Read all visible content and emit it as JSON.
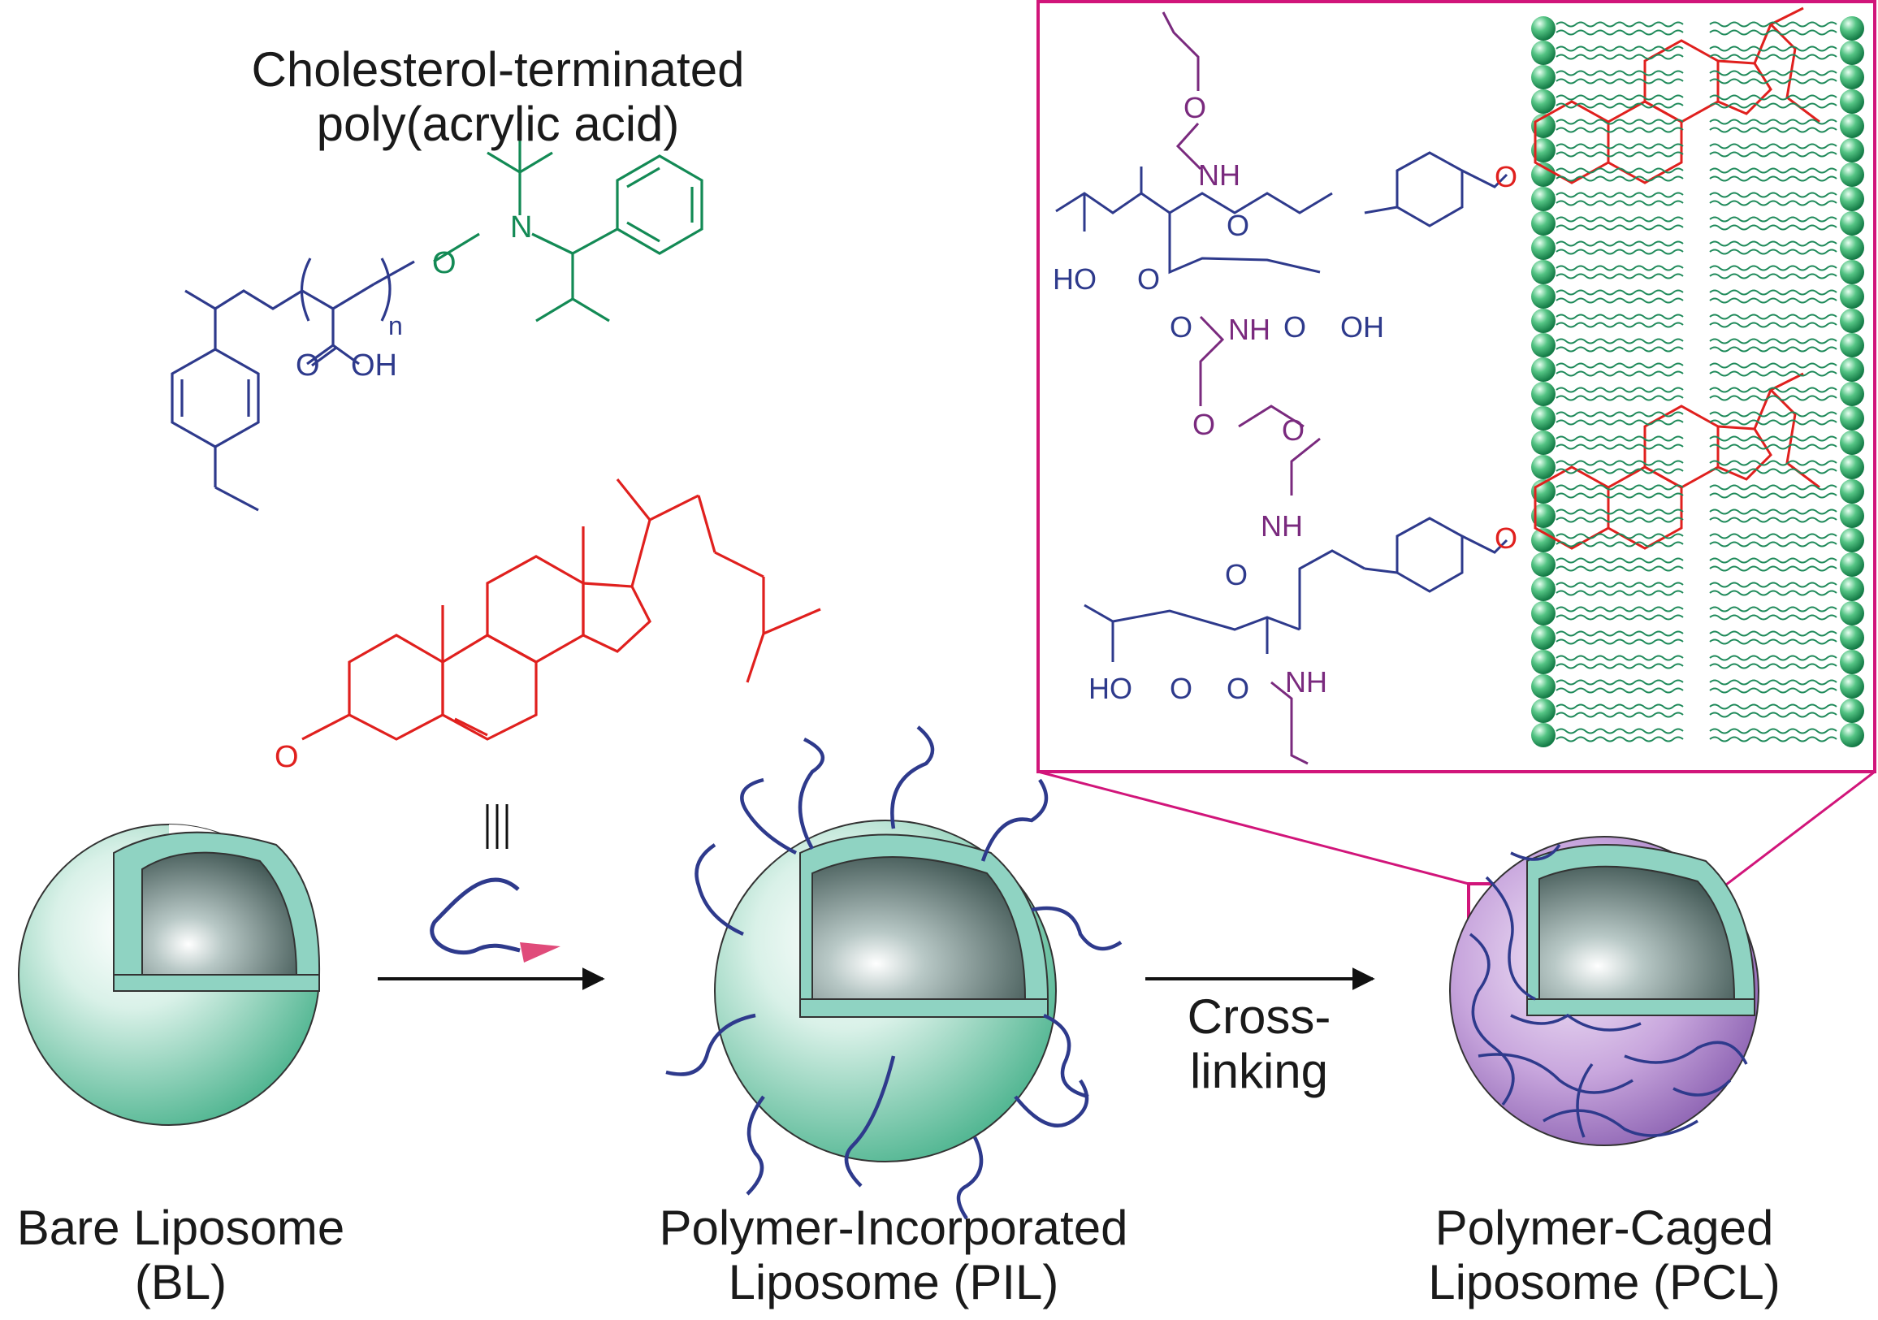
{
  "title": {
    "line1": "Cholesterol-terminated",
    "line2": "poly(acrylic acid)"
  },
  "structure": {
    "subscript_n": "n",
    "atoms": {
      "O": "O",
      "OH": "OH",
      "N": "N",
      "NH": "NH",
      "HO": "HO"
    },
    "equivalence_symbol": "|||"
  },
  "steps": {
    "crosslink_line1": "Cross-",
    "crosslink_line2": "linking"
  },
  "liposomes": [
    {
      "line1": "Bare Liposome",
      "line2": "(BL)"
    },
    {
      "line1": "Polymer-Incorporated",
      "line2": "Liposome (PIL)"
    },
    {
      "line1": "Polymer-Caged",
      "line2": "Liposome (PCL)"
    }
  ],
  "colors": {
    "polymer": "#2e3a8c",
    "cholesterol": "#e0201e",
    "nitroxide": "#138a55",
    "linker": "#7a2a7e",
    "lipid": "#1f8a5a",
    "inset_border": "#d1157a",
    "liposome_shell": "#8fd3c2",
    "liposome_core": "#5a6f6c",
    "cage_purple": "#8a5fb0"
  }
}
